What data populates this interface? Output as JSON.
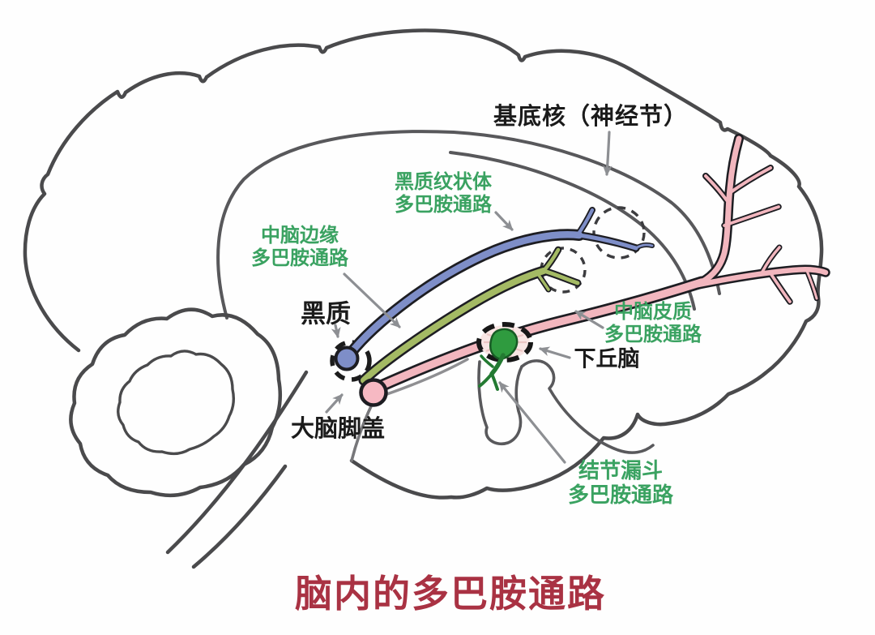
{
  "diagram": {
    "type": "brain-dopamine-pathways-diagram",
    "title": "脑内的多巴胺通路",
    "labels": {
      "basal_ganglia": "基底核（神经节）",
      "nigrostriatal": {
        "line1": "黑质纹状体",
        "line2": "多巴胺通路"
      },
      "mesolimbic": {
        "line1": "中脑边缘",
        "line2": "多巴胺通路"
      },
      "substantia_nigra": "黑质",
      "mesocortical": {
        "line1": "中脑皮质",
        "line2": "多巴胺通路"
      },
      "hypothalamus": "下丘脑",
      "tegmentum": "大脑脚盖",
      "tuberoinfundibular": {
        "line1": "结节漏斗",
        "line2": "多巴胺通路"
      }
    },
    "colors": {
      "title_red": "#a93243",
      "label_green": "#3aa261",
      "label_black": "#1b1b1b",
      "pathway_blue": "#7e8ec8",
      "pathway_green": "#a4ba64",
      "pathway_pink": "#f2b6be",
      "hypothalamus_green": "#2f9b3f",
      "outline_gray": "#4a4a4c",
      "arrow_gray": "#8d8f93"
    }
  }
}
